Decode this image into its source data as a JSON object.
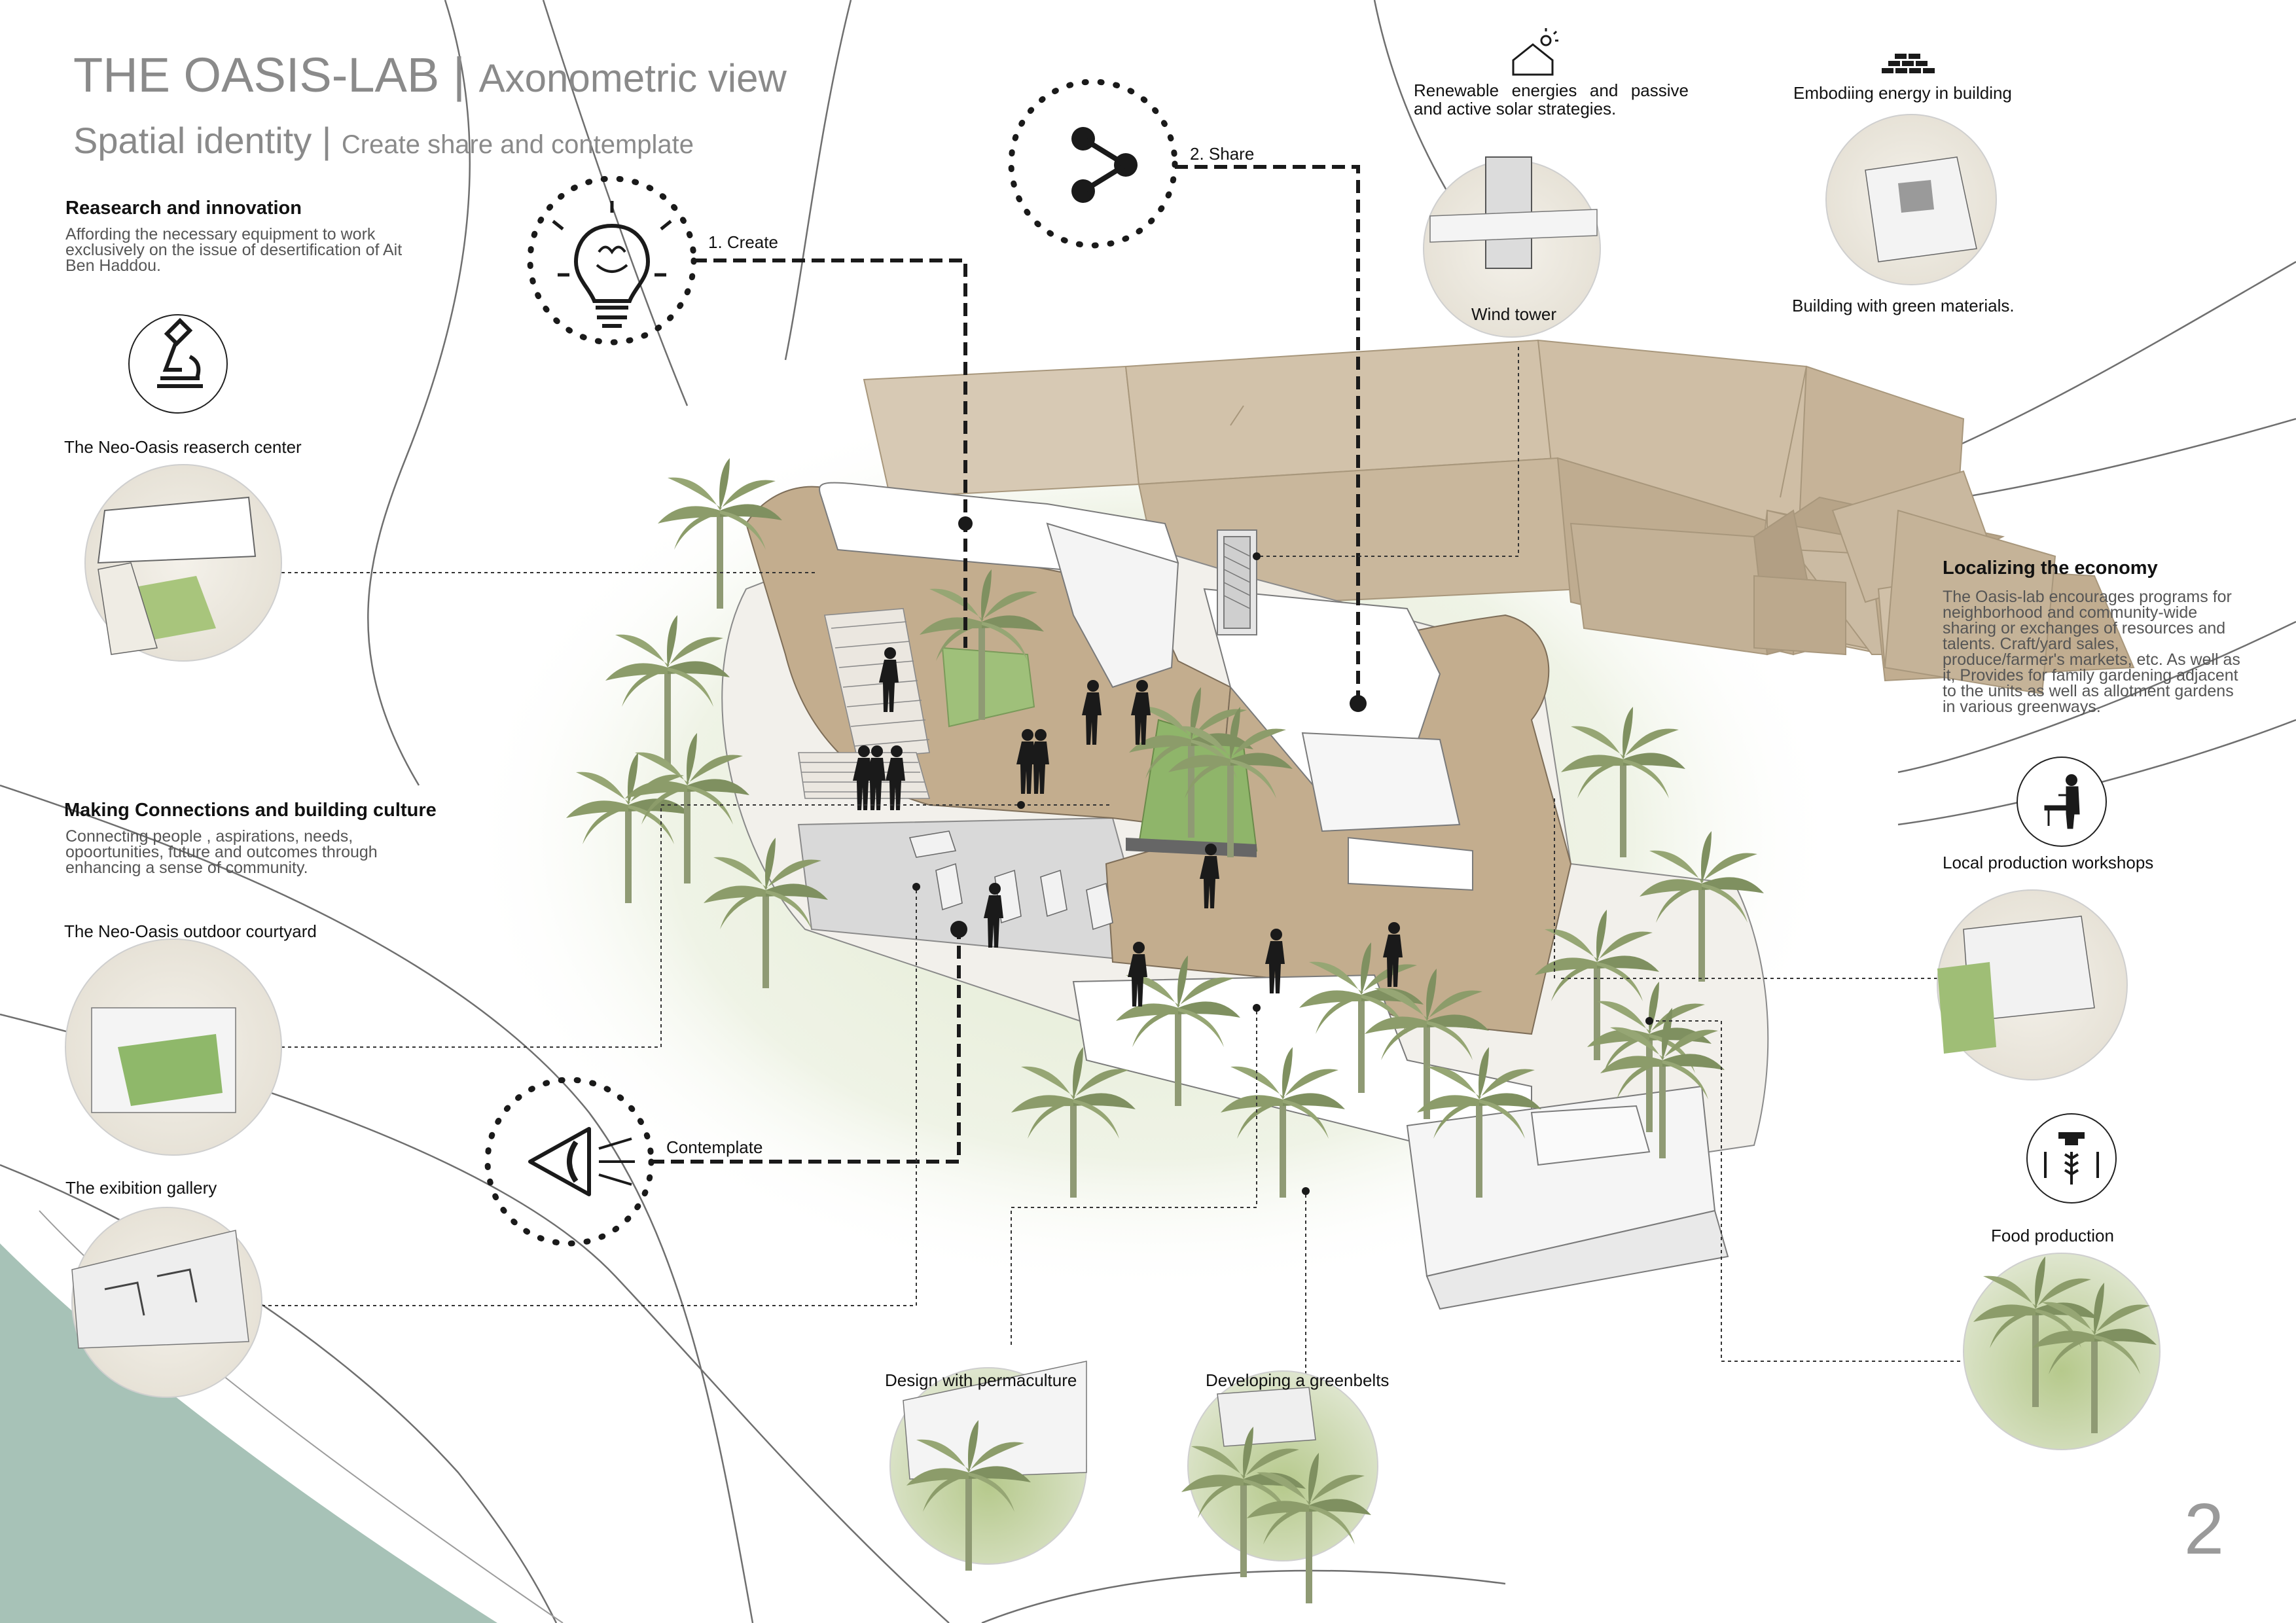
{
  "title": {
    "main": "THE OASIS-LAB",
    "main_suffix": "Axonometric view",
    "sub": "Spatial identity",
    "sub_suffix": "Create share and contemplate"
  },
  "research": {
    "heading": "Reasearch and innovation",
    "body": "Affording the necessary equipment to work exclusively on the issue of desertification of Ait Ben Haddou."
  },
  "connections": {
    "heading": "Making Connections and building culture",
    "body": "Connecting people , aspirations, needs, opoortunities, future and outcomes through enhancing a sense of community."
  },
  "economy": {
    "heading": "Localizing the economy",
    "body": "The Oasis-lab encourages programs for neighborhood and community-wide sharing or exchanges of resources and talents. Craft/yard sales, produce/farmer's markets, etc. As well as it, Provides for family gardening adjacent to the units as well as allotment gardens in various greenways."
  },
  "steps": {
    "create": "1. Create",
    "share": "2. Share",
    "contemplate": "Contemplate"
  },
  "labels": {
    "research_center": "The Neo-Oasis reaserch center",
    "courtyard": "The Neo-Oasis outdoor courtyard",
    "gallery": "The exibition gallery",
    "renewable": "Renewable energies and passive and active solar strategies.",
    "wind_tower": "Wind tower",
    "embodying": "Embodiing energy in building",
    "green_materials": "Building with green materials.",
    "workshops": "Local production workshops",
    "food": "Food production",
    "permaculture": "Design with permaculture",
    "greenbelts": "Developing  a greenbelts"
  },
  "page_number": "2",
  "colors": {
    "beige": "#c3ad8e",
    "olive": "#8c9c6a",
    "teal": "#a7c2b7",
    "green_glow": "#e3ead3",
    "gray_text": "#8a8a8a"
  },
  "icons": [
    "microscope-icon",
    "lightbulb-brain-icon",
    "share-icon",
    "eye-icon",
    "house-solar-icon",
    "bricks-icon",
    "worker-icon",
    "wheat-icon"
  ]
}
